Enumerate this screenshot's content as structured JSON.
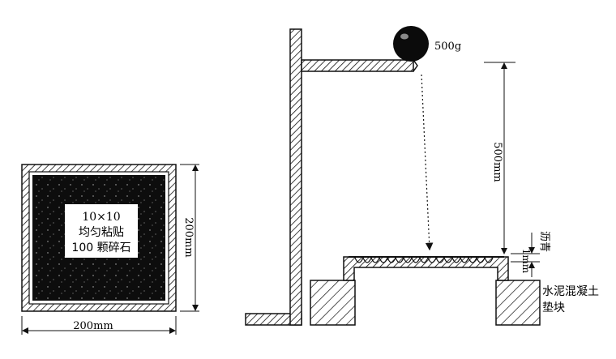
{
  "ball": {
    "mass": "500g"
  },
  "drop": {
    "height": "500mm"
  },
  "sample": {
    "label_line1": "10×10",
    "label_line2": "均匀粘贴",
    "label_line3": "100 颗碎石",
    "width": "200mm",
    "height": "200mm"
  },
  "layers": {
    "asphalt": "沥青",
    "asphalt_thickness": "1mm",
    "block_line1": "水泥混凝土",
    "block_line2": "垫块"
  }
}
